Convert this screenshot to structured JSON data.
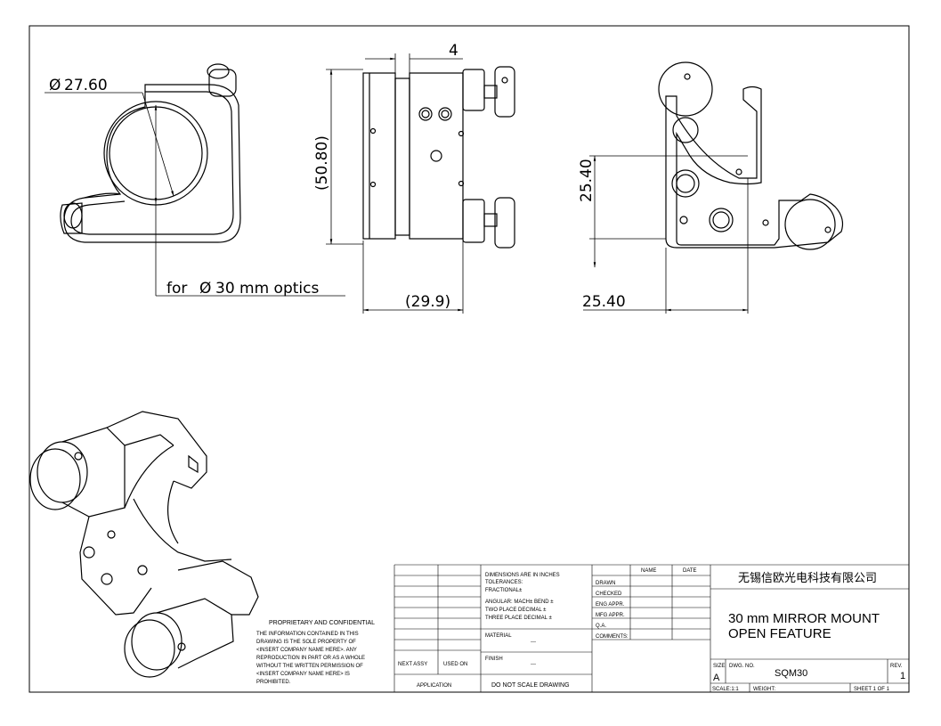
{
  "dimensions": {
    "optic_diameter": "27.60",
    "optic_note": "for",
    "optic_note_dia": "30 mm optics",
    "offset": "4",
    "height_ref": "(50.80)",
    "depth_ref": "(29.9)",
    "vertical": "25.40",
    "horizontal": "25.40",
    "diameter_symbol": "Ø"
  },
  "title_block": {
    "company": "无锡信欧光电科技有限公司",
    "title_line1": "30 mm MIRROR MOUNT",
    "title_line2": "OPEN FEATURE",
    "size_label": "SIZE",
    "size_value": "A",
    "dwg_no_label": "DWG. NO.",
    "dwg_no": "SQM30",
    "rev_label": "REV.",
    "rev": "1",
    "scale": "SCALE:1:1",
    "weight": "WEIGHT:",
    "sheet": "SHEET 1 OF 1",
    "name_header": "NAME",
    "date_header": "DATE",
    "rows": [
      "DRAWN",
      "CHECKED",
      "ENG APPR.",
      "MFG APPR.",
      "Q.A.",
      "COMMENTS:"
    ],
    "tolerances": [
      "DIMENSIONS ARE IN INCHES",
      "TOLERANCES:",
      "FRACTIONAL±",
      "ANGULAR: MACH±   BEND ±",
      "TWO PLACE DECIMAL    ±",
      "THREE PLACE DECIMAL  ±"
    ],
    "material_label": "MATERIAL",
    "material_value": "---",
    "finish_label": "FINISH",
    "finish_value": "---",
    "do_not_scale": "DO NOT SCALE DRAWING",
    "next_assy": "NEXT ASSY",
    "used_on": "USED ON",
    "application": "APPLICATION",
    "proprietary_title": "PROPRIETARY AND CONFIDENTIAL",
    "proprietary_lines": [
      "THE INFORMATION CONTAINED IN THIS",
      "DRAWING IS THE SOLE PROPERTY OF",
      "<INSERT COMPANY NAME HERE>.  ANY",
      "REPRODUCTION IN PART OR AS A WHOLE",
      "WITHOUT THE WRITTEN PERMISSION OF",
      "<INSERT COMPANY NAME HERE> IS",
      "PROHIBITED."
    ]
  }
}
